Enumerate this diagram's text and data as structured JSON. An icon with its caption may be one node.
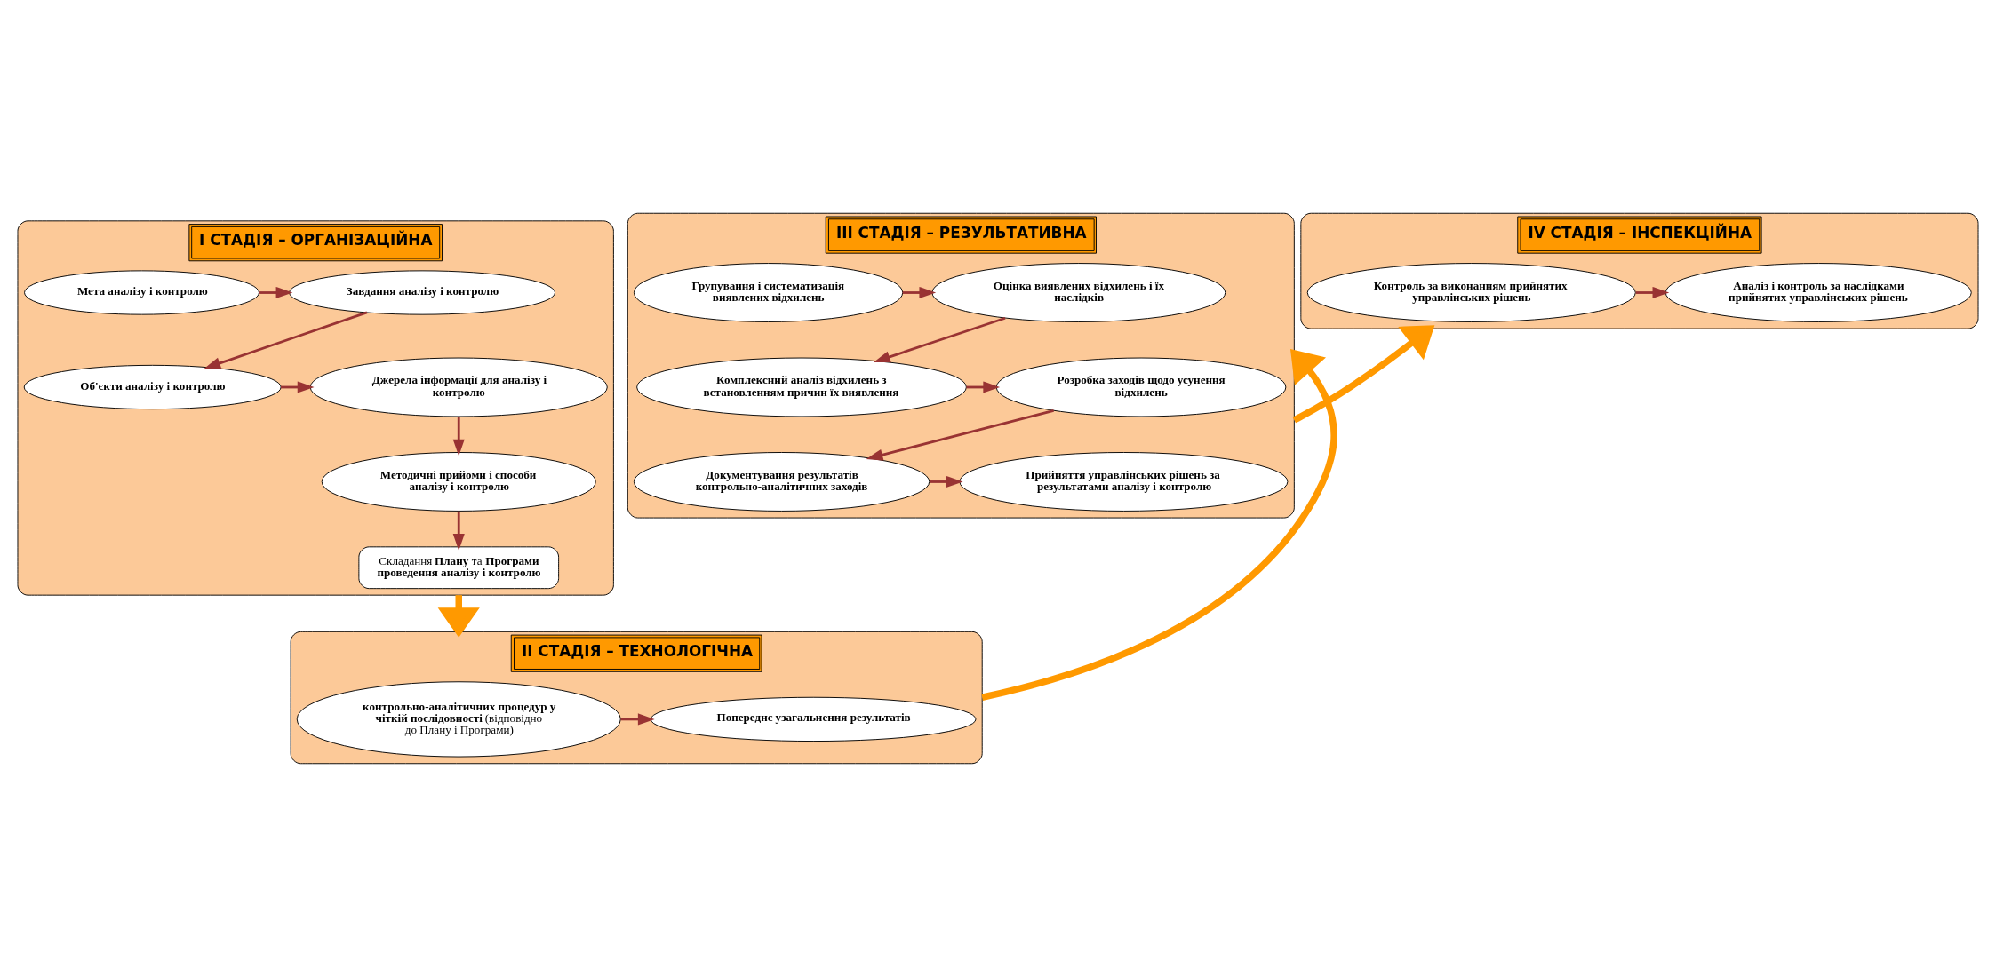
{
  "diagram": {
    "nodes": [
      {
        "text": [
          "І СТАДІЯ – ОРГАНІЗАЦІЙНА"
        ]
      },
      {
        "text": [
          "Мета аналізу і контролю"
        ],
        "in": 0
      },
      {
        "text": [
          "Завдання аналізу і контролю"
        ],
        "in": 0
      },
      {
        "text": [
          "Джерела інформації для аналізу і контролю"
        ],
        "in": 0
      },
      {
        "text": [
          "Об'єкти аналізу і контролю"
        ],
        "in": 0
      },
      {
        "text": [
          "Методичні прийоми і способи аналізу і контролю"
        ],
        "in": 0
      },
      {
        "text": [
          "Складання **Плану** та **Програми проведення аналізу і контролю**"
        ],
        "in": 0
      },
      {
        "text": [
          "IV СТАДІЯ – ІНСПЕКЦІЙНА"
        ]
      },
      {
        "text": [
          "Контроль за виконанням прийнятих управлінських рішень"
        ],
        "in": 7
      },
      {
        "text": [
          "Аналіз і контроль за наслідками прийнятих управлінських рішень"
        ],
        "in": 7
      },
      {
        "text": [
          "ІІ СТАДІЯ – ТЕХНОЛОГІЧНА"
        ]
      },
      {
        "text": [
          "**контрольно-аналітичних процедур у чіткій послідовності** (відповідно до Плану і Програми)"
        ],
        "in": 10
      },
      {
        "text": [
          "Попереднє узагальнення результатів"
        ],
        "in": 10
      },
      {
        "text": [
          "ІІІ СТАДІЯ – РЕЗУЛЬТАТИВНА"
        ]
      },
      {
        "text": [
          "Групування і систематизація виявлених відхилень"
        ],
        "in": 13
      },
      {
        "text": [
          "Оцінка виявлених відхилень і їх наслідків"
        ],
        "in": 13
      },
      {
        "text": [
          "Комплексний аналіз відхилень з встановленням причин їх виявлення"
        ],
        "in": 13
      },
      {
        "text": [
          "Розробка заходів щодо усунення відхилень"
        ],
        "in": 13
      },
      {
        "text": [
          "Документування результатів контрольно-аналітичних заходів"
        ],
        "in": 13
      },
      {
        "text": [
          "Прийняття управлінських рішень за результатами аналізу і контролю"
        ],
        "in": 13
      }
    ],
    "edges": [
      {
        "from": 1,
        "to": 2,
        "arrow": "to"
      },
      {
        "from": 2,
        "to": 4,
        "arrow": "to"
      },
      {
        "from": 4,
        "to": 3,
        "arrow": "to"
      },
      {
        "from": 3,
        "to": 5,
        "arrow": "to"
      },
      {
        "from": 5,
        "to": 6,
        "arrow": "to"
      },
      {
        "from": 0,
        "to": 10,
        "arrow": "to",
        "style": "thick",
        "color": "#ff9900"
      },
      {
        "from": 11,
        "to": 12,
        "arrow": "to"
      },
      {
        "from": 10,
        "to": 13,
        "arrow": "to",
        "style": "thick",
        "color": "#ff9900"
      },
      {
        "from": 14,
        "to": 15,
        "arrow": "to"
      },
      {
        "from": 15,
        "to": 16,
        "arrow": "to"
      },
      {
        "from": 16,
        "to": 17,
        "arrow": "to"
      },
      {
        "from": 17,
        "to": 18,
        "arrow": "to"
      },
      {
        "from": 18,
        "to": 19,
        "arrow": "to"
      },
      {
        "from": 13,
        "to": 7,
        "arrow": "to",
        "style": "thick",
        "color": "#ff9900"
      },
      {
        "from": 8,
        "to": 9,
        "arrow": "to"
      }
    ]
  }
}
